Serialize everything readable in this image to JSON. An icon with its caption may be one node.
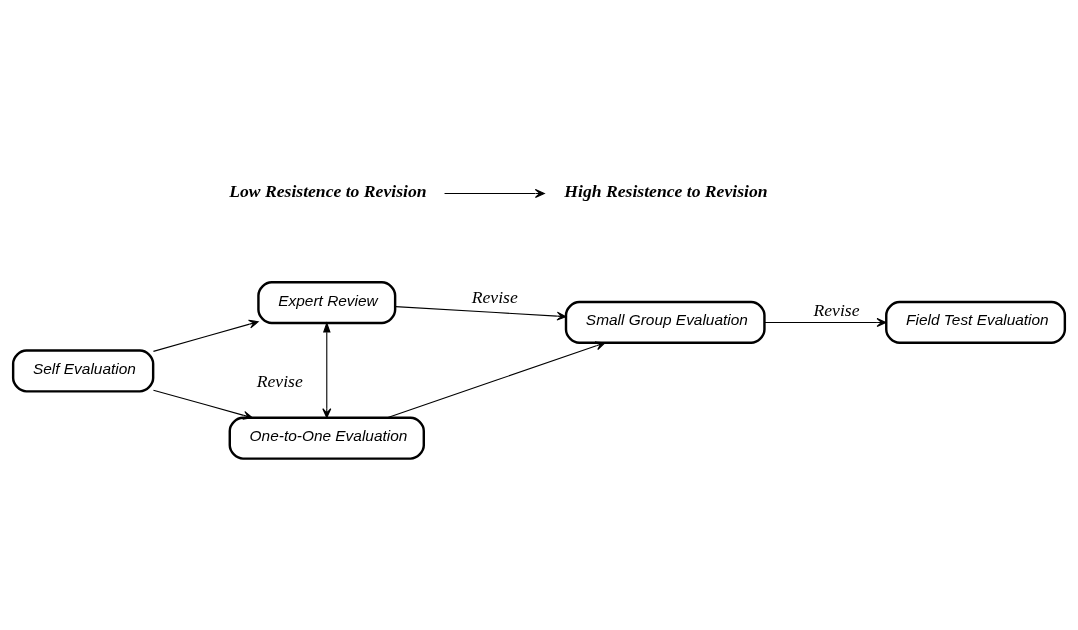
{
  "diagram": {
    "nodes": [
      {
        "text": [
          "Self Evaluation"
        ]
      },
      {
        "text": [
          "Expert Review"
        ]
      },
      {
        "text": [
          "One-to-One Evaluation"
        ]
      },
      {
        "text": [
          "Small Group Evaluation"
        ]
      },
      {
        "text": [
          "Field Test Evaluation"
        ]
      },
      {
        "text": [
          "Low Resistence to Revision"
        ]
      },
      {
        "text": [
          "High Resistence to Revision"
        ]
      }
    ],
    "edges": [
      {
        "from": 5,
        "to": 6,
        "arrow": "to"
      },
      {
        "from": 0,
        "to": 1,
        "arrow": "to"
      },
      {
        "from": 0,
        "to": 2,
        "arrow": "to"
      },
      {
        "from": 1,
        "to": 2,
        "arrow": "both",
        "label": "Revise"
      },
      {
        "from": 1,
        "to": 3,
        "arrow": "to",
        "label": "Revise"
      },
      {
        "from": 2,
        "to": 3,
        "arrow": "to"
      },
      {
        "from": 3,
        "to": 4,
        "arrow": "to",
        "label": "Revise"
      }
    ]
  }
}
